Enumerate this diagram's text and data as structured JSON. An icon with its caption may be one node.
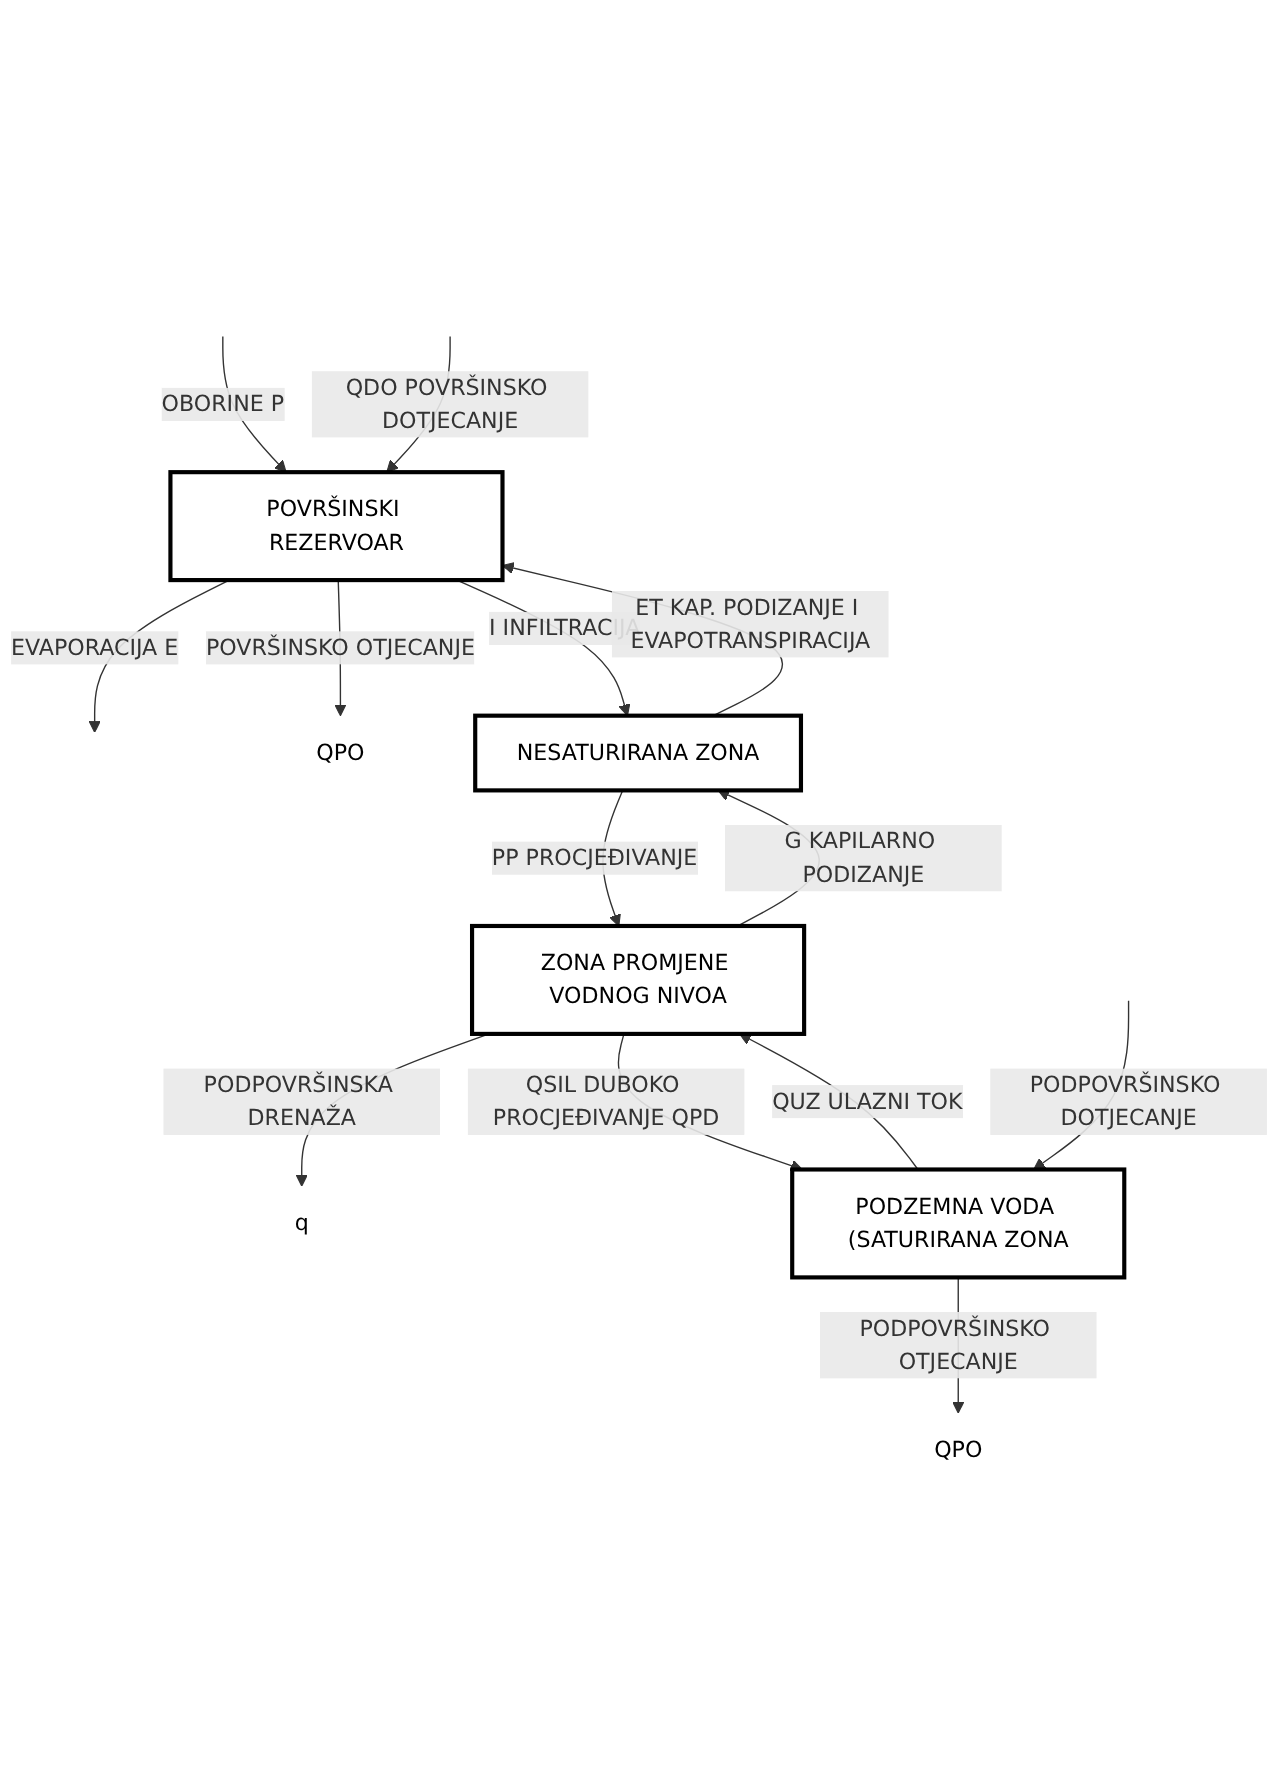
{
  "diagram": {
    "nodes": [
      {
        "text": [
          "POVRŠINSKI REZERVOAR"
        ]
      },
      {
        "text": [
          "NESATURIRANA ZONA"
        ]
      },
      {
        "text": [
          "ZONA PROMJENE VODNOG NIVOA"
        ]
      },
      {
        "text": [
          "PODZEMNA VODA (SATURIRANA ZONA"
        ]
      },
      {
        "text": [
          "QPO"
        ]
      },
      {
        "text": [
          "q"
        ]
      },
      {
        "text": [
          "QPO"
        ]
      }
    ],
    "edges": [
      {
        "from": null,
        "to": 0,
        "arrow": "to",
        "label": "OBORINE P"
      },
      {
        "from": 0,
        "to": null,
        "arrow": "to",
        "label": "EVAPORACIJA E"
      },
      {
        "from": null,
        "to": 0,
        "arrow": "to",
        "label": "QDO POVRŠINSKO DOTJECANJE"
      },
      {
        "from": 0,
        "to": 4,
        "arrow": "to",
        "label": "POVRŠINSKO OTJECANJE"
      },
      {
        "from": 0,
        "to": 1,
        "arrow": "to",
        "label": "I INFILTRACIJA"
      },
      {
        "from": 1,
        "to": 0,
        "arrow": "to",
        "label": "ET KAP. PODIZANJE I EVAPOTRANSPIRACIJA"
      },
      {
        "from": 1,
        "to": 2,
        "arrow": "to",
        "label": "PP PROCJEĐIVANJE"
      },
      {
        "from": 2,
        "to": 1,
        "arrow": "to",
        "label": "G KAPILARNO PODIZANJE"
      },
      {
        "from": 2,
        "to": 5,
        "arrow": "to",
        "label": "PODPOVRŠINSKA DRENAŽA"
      },
      {
        "from": 2,
        "to": 3,
        "arrow": "to",
        "label": "QSIL DUBOKO PROCJEĐIVANJE QPD"
      },
      {
        "from": 3,
        "to": 2,
        "arrow": "to",
        "label": "QUZ ULAZNI TOK"
      },
      {
        "from": null,
        "to": 3,
        "arrow": "to",
        "label": "PODPOVRŠINSKO DOTJECANJE"
      },
      {
        "from": 3,
        "to": 6,
        "arrow": "to",
        "label": "PODPOVRŠINSKO OTJECANJE"
      }
    ]
  }
}
